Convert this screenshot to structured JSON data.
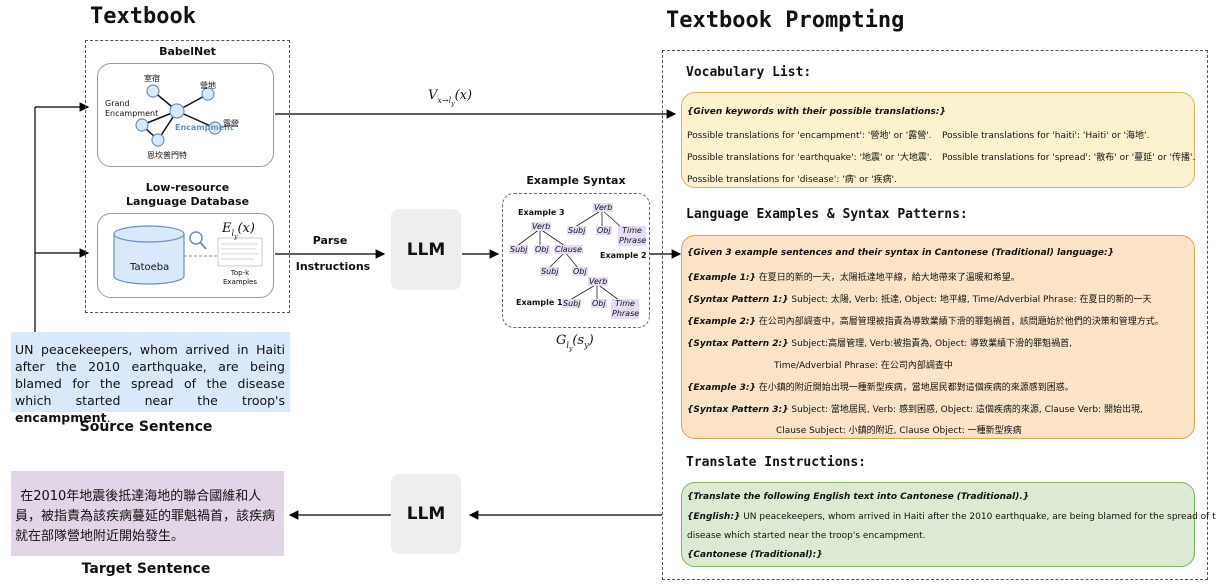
{
  "titles": {
    "textbook": "Textbook",
    "textbook_prompting": "Textbook Prompting"
  },
  "babelnet": {
    "title": "BabelNet",
    "nodes": [
      "室宿",
      "營地",
      "Grand Encampment",
      "Encampment",
      "露營",
      "恩坎普門特"
    ]
  },
  "lowres": {
    "title_line1": "Low-resource",
    "title_line2": "Language Database",
    "db_label": "Tatoeba",
    "topk_line1": "Top-k",
    "topk_line2": "Examples"
  },
  "formulas": {
    "vocab": "V",
    "vocab_sub": "x→l",
    "vocab_sub2": "y",
    "vocab_arg": "(x)",
    "examples": "E",
    "examples_sub": "l",
    "examples_sub2": "y",
    "examples_arg": "(x)",
    "syntax": "G",
    "syntax_sub": "l",
    "syntax_sub2": "y",
    "syntax_arg": "(s",
    "syntax_arg_sub": "y",
    "syntax_arg_end": ")"
  },
  "parse": {
    "line1": "Parse",
    "line2": "Instructions"
  },
  "llm_label": "LLM",
  "example_syntax": {
    "title": "Example Syntax",
    "labels": [
      "Example 3",
      "Example 2",
      "Example 1"
    ],
    "nodes": [
      "Verb",
      "Subj",
      "Obj",
      "Time Phrase",
      "Verb",
      "Subj",
      "Obj",
      "Clause",
      "Subj",
      "Obj",
      "Verb",
      "Subj",
      "Obj",
      "Time Phrase"
    ]
  },
  "source": {
    "text_before": "UN peacekeepers, whom arrived in Haiti after the 2010 earthquake, are being blamed for the spread of the disease which started near the troop's ",
    "text_bold": "encampment",
    "text_after": ".",
    "caption": "Source Sentence"
  },
  "target": {
    "text": "在2010年地震後抵達海地的聯合國維和人員，被指責為該疾病蔓延的罪魁禍首，該疾病就在部隊營地附近開始發生。",
    "caption": "Target Sentence"
  },
  "vocab_list": {
    "title": "Vocabulary List:",
    "header": "{Given keywords with their possible translations:}",
    "left": [
      "Possible translations for 'encampment': '營地' or '露營'.",
      "Possible translations for 'earthquake': '地震' or '大地震'.",
      "Possible translations for 'disease': '病' or '疾病'."
    ],
    "right": [
      "Possible translations for 'haiti': 'Haiti' or '海地'.",
      "Possible translations for 'spread': '散布' or '蔓延' or '传播'."
    ]
  },
  "lang_examples": {
    "title": "Language Examples & Syntax Patterns:",
    "header": "{Given 3 example sentences and their syntax in Cantonese (Traditional) language:}",
    "lines": [
      {
        "tag": "{Example 1:}",
        "text": " 在夏日的新的一天，太陽抵達地平線，給大地帶來了溫暖和希望。"
      },
      {
        "tag": "{Syntax Pattern 1:}",
        "text": " Subject: 太陽, Verb: 抵達, Object: 地平線, Time/Adverbial Phrase: 在夏日的新的一天"
      },
      {
        "tag": "{Example 2:}",
        "text": " 在公司內部調查中，高層管理被指責為導致業績下滑的罪魁禍首，該問題始於他們的決策和管理方式。"
      },
      {
        "tag": "{Syntax Pattern 2:}",
        "text": " Subject:高層管理, Verb:被指責為, Object: 導致業績下滑的罪魁禍首,"
      },
      {
        "tag": "",
        "text": "Time/Adverbial Phrase: 在公司內部調查中"
      },
      {
        "tag": "{Example 3:}",
        "text": " 在小鎮的附近開始出現一種新型疾病，當地居民都對這個疾病的來源感到困惑。"
      },
      {
        "tag": "{Syntax Pattern 3:}",
        "text": " Subject: 當地居民, Verb: 感到困惑, Object: 這個疾病的來源, Clause Verb: 開始出現,"
      },
      {
        "tag": "",
        "text": "Clause Subject: 小鎮的附近, Clause Object: 一種新型疾病"
      }
    ]
  },
  "translate": {
    "title": "Translate Instructions:",
    "header": "{Translate the following English text into Cantonese (Traditional).}",
    "english_tag": "{English:}",
    "english_text": " UN peacekeepers, whom arrived in Haiti after the 2010 earthquake, are being blamed for the spread of the",
    "english_text2": "disease which started near the troop's encampment.",
    "cantonese_tag": "{Cantonese (Traditional):}"
  },
  "colors": {
    "vocab_bg": "#fbf3cf",
    "vocab_border": "#d6b656",
    "lang_bg": "#fde4c8",
    "lang_border": "#e3a14b",
    "trans_bg": "#dcead3",
    "trans_border": "#82b366",
    "source_bg": "#dae8fc",
    "target_bg": "#e1d5e7",
    "node_fill": "#dae8fc",
    "node_stroke": "#6c8ebf",
    "tree_node": "#e6dcf7"
  }
}
